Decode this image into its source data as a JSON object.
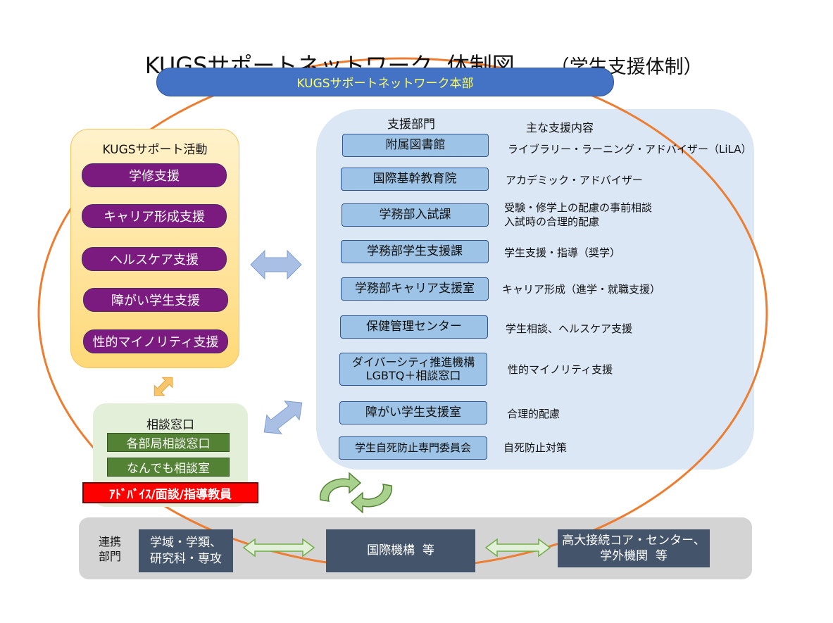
{
  "title": {
    "main": "KUGSサポートネットワーク  体制図",
    "sub": "（学生支援体制）"
  },
  "headquarters": "KUGSサポートネットワーク本部",
  "support_activities": {
    "title": "KUGSサポート活動",
    "items": [
      "学修支援",
      "キャリア形成支援",
      "ヘルスケア支援",
      "障がい学生支援",
      "性的マイノリティ支援"
    ]
  },
  "consultation": {
    "title": "相談窓口",
    "items": [
      "各部局相談窓口",
      "なんでも相談室"
    ],
    "advisor": "ｱﾄﾞﾊﾞｲｽ/面談/指導教員"
  },
  "departments": {
    "title": "支援部門",
    "content_title": "主な支援内容",
    "rows": [
      {
        "name": "附属図書館",
        "content": "ライブラリー・ラーニング・アドバイザー（LiLA）"
      },
      {
        "name": "国際基幹教育院",
        "content": "アカデミック・アドバイザー"
      },
      {
        "name": "学務部入試課",
        "content": "受験・修学上の配慮の事前相談\n入試時の合理的配慮"
      },
      {
        "name": "学務部学生支援課",
        "content": "学生支援・指導（奨学）"
      },
      {
        "name": "学務部キャリア支援室",
        "content": "キャリア形成（進学・就職支援）"
      },
      {
        "name": "保健管理センター",
        "content": "学生相談、ヘルスケア支援"
      },
      {
        "name": "ダイバーシティ推進機構\nLGBTQ＋相談窓口",
        "content": "性的マイノリティ支援"
      },
      {
        "name": "障がい学生支援室",
        "content": "合理的配慮"
      },
      {
        "name": "学生自死防止専門委員会",
        "content": "自死防止対策"
      }
    ]
  },
  "collaboration": {
    "label": "連携\n部門",
    "boxes": [
      "学域・学類、\n研究科・専攻",
      "国際機構  等",
      "高大接続コア・センター、\n学外機関  等"
    ]
  },
  "colors": {
    "orange_ellipse": "#ed7d31",
    "hq": "#4472c4",
    "purple": "#7b1b7f",
    "green": "#548235",
    "dept_box": "#9dc3e6",
    "navy": "#44546a",
    "arrow_blue": "#a9bfe3",
    "arrow_orange": "#f7c56b",
    "arrow_green": "#92d050"
  }
}
